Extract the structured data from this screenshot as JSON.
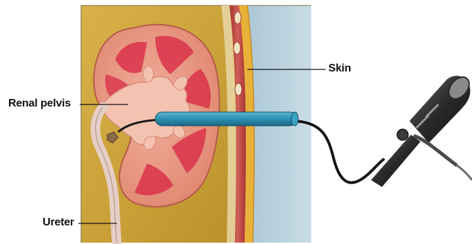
{
  "labels": {
    "renal_pelvis": "Renal pelvis",
    "skin": "Skin",
    "ureter": "Ureter"
  },
  "colors": {
    "fat_background": "#c9a23a",
    "kidney_cortex": "#e89a86",
    "kidney_medulla": "#d9334a",
    "pelvis": "#f2b8a6",
    "muscle": "#c24a44",
    "skin_yellow": "#e8b23a",
    "outside_air": "#b7d1de",
    "sheath": "#2d8fb0",
    "scope_body": "#2a2a2a",
    "leader_line": "#111111"
  },
  "icons": [
    "nephroscope-icon"
  ]
}
